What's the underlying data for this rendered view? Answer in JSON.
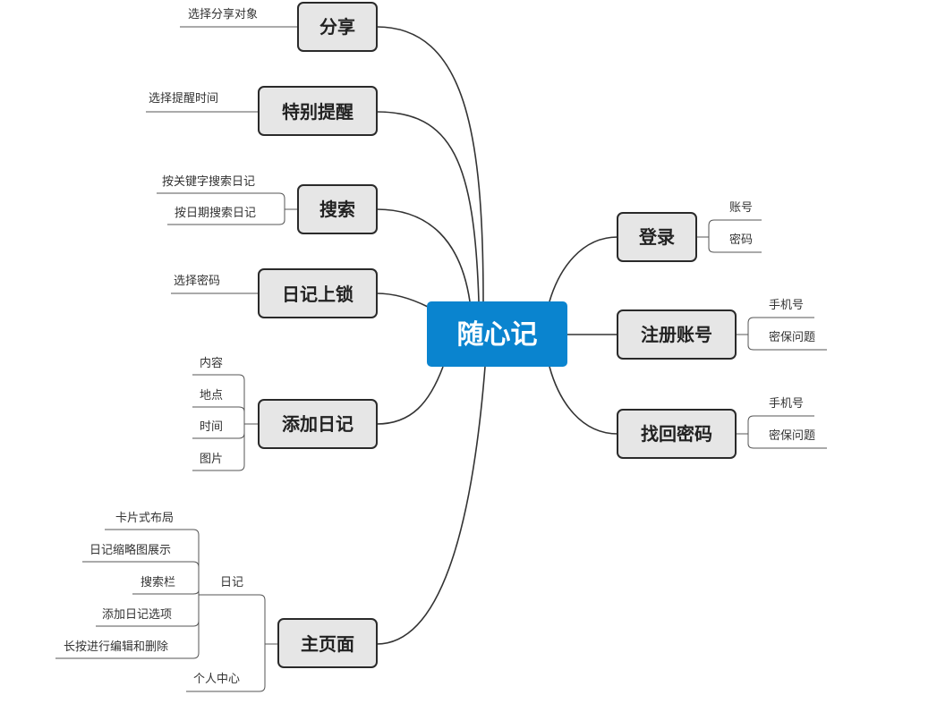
{
  "colors": {
    "center_fill": "#0a84cf",
    "topic_fill": "#e6e6e6",
    "topic_border": "#2a2a2a",
    "line": "#333333",
    "leaf_line": "#555555"
  },
  "center": {
    "label": "随心记"
  },
  "left_topics": [
    {
      "id": "share",
      "label": "分享",
      "children": [
        {
          "label": "选择分享对象"
        }
      ]
    },
    {
      "id": "reminder",
      "label": "特别提醒",
      "children": [
        {
          "label": "选择提醒时间"
        }
      ]
    },
    {
      "id": "search",
      "label": "搜索",
      "children": [
        {
          "label": "按关键字搜索日记"
        },
        {
          "label": "按日期搜索日记"
        }
      ]
    },
    {
      "id": "lock",
      "label": "日记上锁",
      "children": [
        {
          "label": "选择密码"
        }
      ]
    },
    {
      "id": "add",
      "label": "添加日记",
      "children": [
        {
          "label": "内容"
        },
        {
          "label": "地点"
        },
        {
          "label": "时间"
        },
        {
          "label": "图片"
        }
      ]
    },
    {
      "id": "home",
      "label": "主页面",
      "children": [
        {
          "label": "日记",
          "children": [
            {
              "label": "卡片式布局"
            },
            {
              "label": "日记缩略图展示"
            },
            {
              "label": "搜索栏"
            },
            {
              "label": "添加日记选项"
            },
            {
              "label": "长按进行编辑和删除"
            }
          ]
        },
        {
          "label": "个人中心"
        }
      ]
    }
  ],
  "right_topics": [
    {
      "id": "login",
      "label": "登录",
      "children": [
        {
          "label": "账号"
        },
        {
          "label": "密码"
        }
      ]
    },
    {
      "id": "register",
      "label": "注册账号",
      "children": [
        {
          "label": "手机号"
        },
        {
          "label": "密保问题"
        }
      ]
    },
    {
      "id": "recover",
      "label": "找回密码",
      "children": [
        {
          "label": "手机号"
        },
        {
          "label": "密保问题"
        }
      ]
    }
  ]
}
